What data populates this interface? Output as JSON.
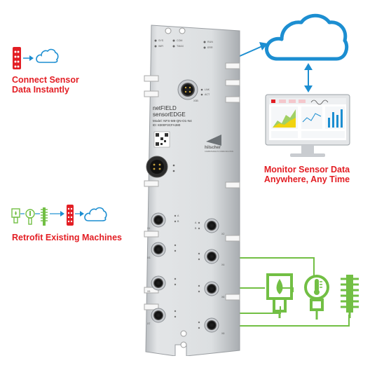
{
  "captions": {
    "connect": [
      "Connect Sensor",
      "Data Instantly"
    ],
    "monitor": [
      "Monitor Sensor Data",
      "Anywhere, Any Time"
    ],
    "retrofit": "Retrofit Existing Machines"
  },
  "device": {
    "product_line1": "netFIELD",
    "product_line2": "sensorEDGE",
    "model": "Model: NFS-M8-QN-O1-N4",
    "id": "ID:   8300F3CFA380",
    "brand": "hilscher",
    "brand_sub": "COMPETENCE IN COMMUNICATION",
    "led_sys": "SYS",
    "led_wifi": "WiFi",
    "led_com": "COM",
    "led_tmax": "TMAX",
    "led_run": "RUN",
    "led_err": "ERR",
    "port_xm": "X3B",
    "port_lnk": "LNK",
    "port_act": "ACT",
    "ports": [
      "X1",
      "X2",
      "X3",
      "X4",
      "X5",
      "X6",
      "X7",
      "X8"
    ],
    "led_a": "A",
    "led_b": "B"
  },
  "colors": {
    "accent_red": "#e31e24",
    "sensor_green": "#72bf44",
    "cloud_blue": "#1c8ed1",
    "arrow_blue": "#1c8ed1"
  },
  "icons": [
    "cloud-icon",
    "monitor-icon",
    "pressure-sensor-icon",
    "temperature-sensor-icon",
    "vibration-sensor-icon",
    "edge-device-icon"
  ]
}
